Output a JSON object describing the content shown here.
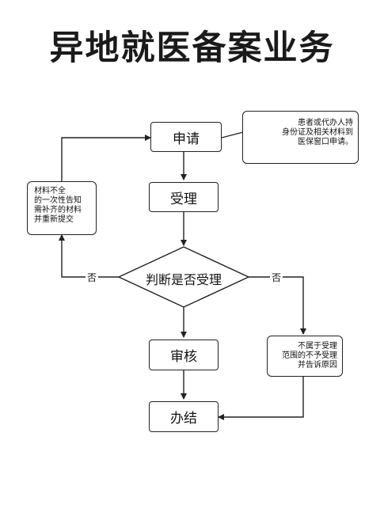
{
  "title": "异地就医备案业务",
  "nodes": {
    "apply": "申请",
    "accept": "受理",
    "decision": "判断是否受理",
    "review": "审核",
    "complete": "办结"
  },
  "notes": {
    "apply_note": "患者或代办人持\n身份证及相关材料到\n医保窗口申请。",
    "incomplete_note": "材料不全\n的一次性告知\n需补齐的材料\n并重新提交",
    "reject_note": "不属于受理\n范围的不予受理\n并告诉原因"
  },
  "edge_labels": {
    "no_left": "否",
    "no_right": "否"
  }
}
